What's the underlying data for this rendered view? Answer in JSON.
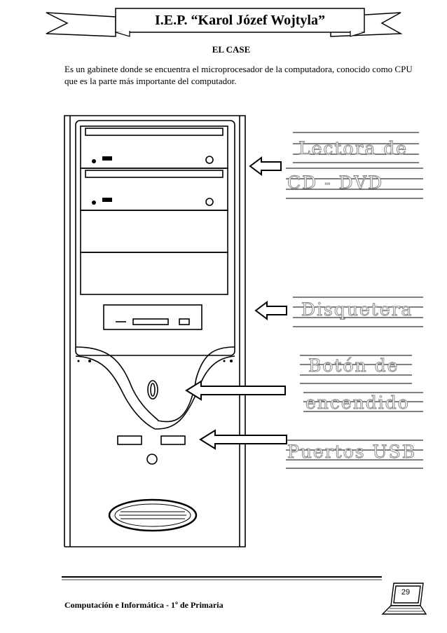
{
  "header": {
    "school_name": "I.E.P. “Karol Józef Wojtyla”"
  },
  "section": {
    "title": "EL CASE",
    "intro": "Es un gabinete donde se encuentra el microprocesador de la computadora, conocido como CPU que es la parte más importante del computador."
  },
  "labels": {
    "cd_line1": "Lectora de",
    "cd_line2": "CD - DVD",
    "floppy": "Disquetera",
    "power_line1": "Botón de",
    "power_line2": "encendido",
    "usb": "Puertos USB"
  },
  "footer": {
    "course": "Computación e Informática - 1º de Primaria",
    "page": "29"
  }
}
